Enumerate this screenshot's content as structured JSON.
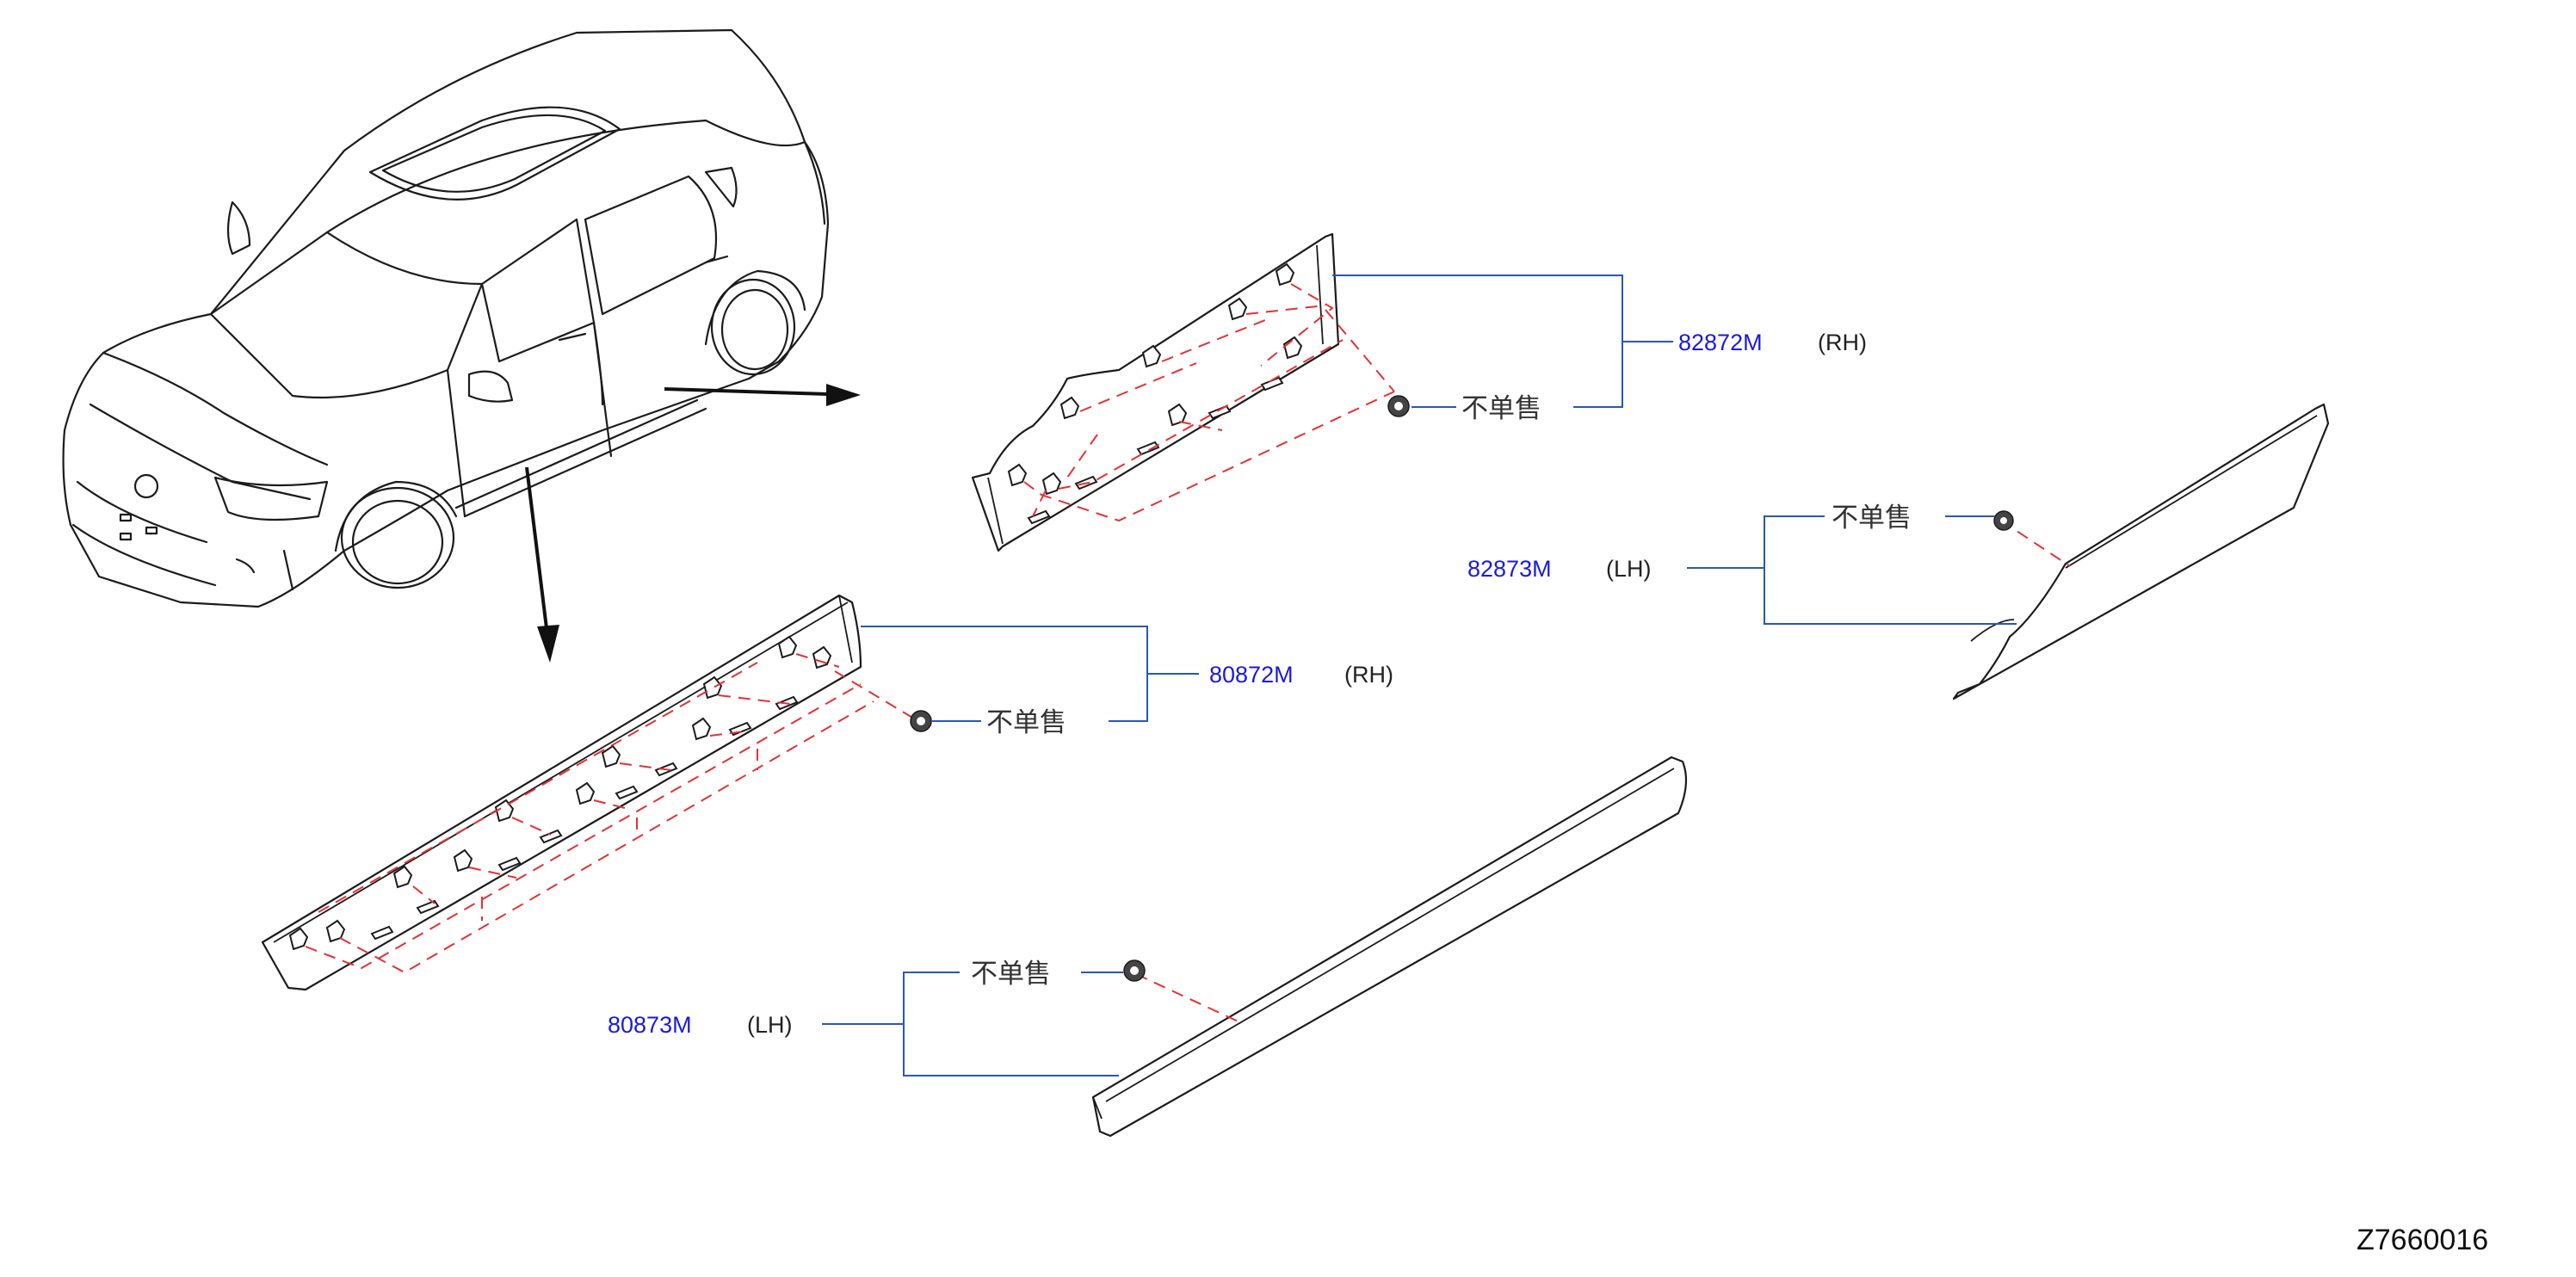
{
  "diagram_code": "Z7660016",
  "callouts": [
    {
      "part_number": "82872M",
      "side": "(RH)",
      "note": "不单售"
    },
    {
      "part_number": "82873M",
      "side": "(LH)",
      "note": "不单售"
    },
    {
      "part_number": "80872M",
      "side": "(RH)",
      "note": "不单售"
    },
    {
      "part_number": "80873M",
      "side": "(LH)",
      "note": "不单售"
    }
  ],
  "colors": {
    "part_number": "#1a1adc",
    "leader_line": "#2a57b8",
    "dashed_guide": "#e23232",
    "outline": "#1b1b1b"
  }
}
